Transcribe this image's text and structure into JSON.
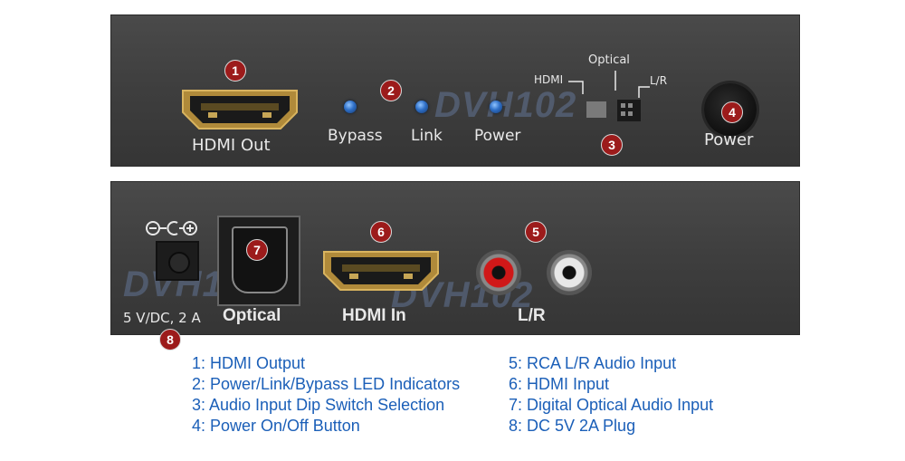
{
  "front_panel": {
    "hdmi_out_label": "HDMI Out",
    "bypass_label": "Bypass",
    "link_label": "Link",
    "power_led_label": "Power",
    "switch_hdmi_label": "HDMI",
    "switch_optical_label": "Optical",
    "switch_lr_label": "L/R",
    "power_button_label": "Power",
    "watermark": "DVH102"
  },
  "back_panel": {
    "dc_label": "5 V/DC, 2 A",
    "optical_label": "Optical",
    "hdmi_in_label": "HDMI In",
    "lr_label": "L/R",
    "watermark": "DVH102"
  },
  "badges": [
    "1",
    "2",
    "3",
    "4",
    "5",
    "6",
    "7",
    "8"
  ],
  "legend": {
    "left": [
      "1: HDMI Output",
      "2: Power/Link/Bypass LED Indicators",
      "3: Audio Input Dip Switch Selection",
      "4: Power On/Off Button"
    ],
    "right": [
      "5: RCA L/R Audio Input",
      "6: HDMI Input",
      "7: Digital Optical Audio Input",
      "8: DC 5V 2A Plug"
    ]
  },
  "colors": {
    "panel": "#3e3e3e",
    "badge": "#9c1b1b",
    "legend_text": "#1b5fb8",
    "led": "#2e6fc7",
    "rca_left": "#d01818",
    "rca_right": "#e8e8e8"
  }
}
